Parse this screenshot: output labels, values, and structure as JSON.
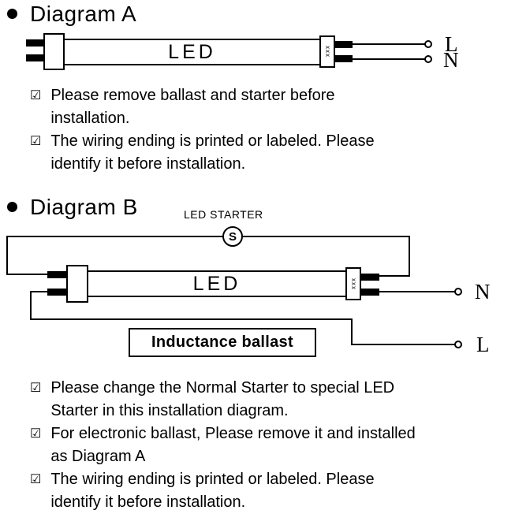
{
  "diagram_a": {
    "bullet": "●",
    "heading": "Diagram A",
    "tube_label": "LED",
    "cap_marking": "xxx",
    "terminal_top": "L",
    "terminal_bottom": "N",
    "notes": [
      {
        "mark": "☑",
        "text": "Please remove ballast and starter  before\ninstallation."
      },
      {
        "mark": "☑",
        "text": "The wiring ending is printed or labeled. Please\nidentify it before installation."
      }
    ]
  },
  "diagram_b": {
    "bullet": "●",
    "heading": "Diagram B",
    "starter_caption": "LED STARTER",
    "starter_symbol": "S",
    "tube_label": "LED",
    "cap_marking": "xxx",
    "ballast_label": "Inductance ballast",
    "terminal_top": "N",
    "terminal_bottom": "L",
    "notes": [
      {
        "mark": "☑",
        "text": "Please change the Normal Starter to special LED\nStarter in this installation diagram."
      },
      {
        "mark": "☑",
        "text": "For electronic ballast, Please remove it and installed\nas Diagram A"
      },
      {
        "mark": "☑",
        "text": "The wiring ending is printed or labeled. Please\nidentify it before installation."
      }
    ]
  }
}
